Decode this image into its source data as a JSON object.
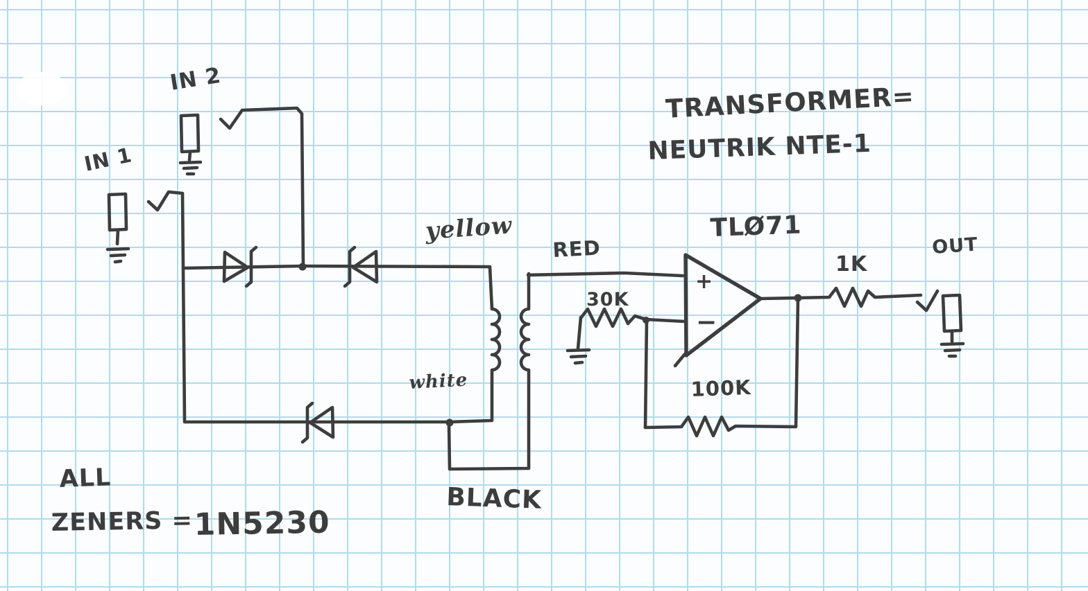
{
  "colors": {
    "paper": "#fbfdfe",
    "grid": "#abddf0",
    "ink": "#3d3d3d"
  },
  "labels": {
    "in1": "IN 1",
    "in2": "IN 2",
    "out": "OUT",
    "yellow": "yellow",
    "white": "white",
    "black": "BLACK",
    "red": "RED",
    "r30k": "30K",
    "r100k": "100K",
    "r1k": "1K",
    "opamp": "TLØ71",
    "opamp_plus": "+",
    "opamp_minus": "−"
  },
  "annotations": {
    "transformer_line1": "TRANSFORMER=",
    "transformer_line2": "NEUTRIK NTE-1",
    "zeners_line1": "ALL",
    "zeners_line2": "ZENERS =",
    "zeners_part": "1N5230"
  }
}
